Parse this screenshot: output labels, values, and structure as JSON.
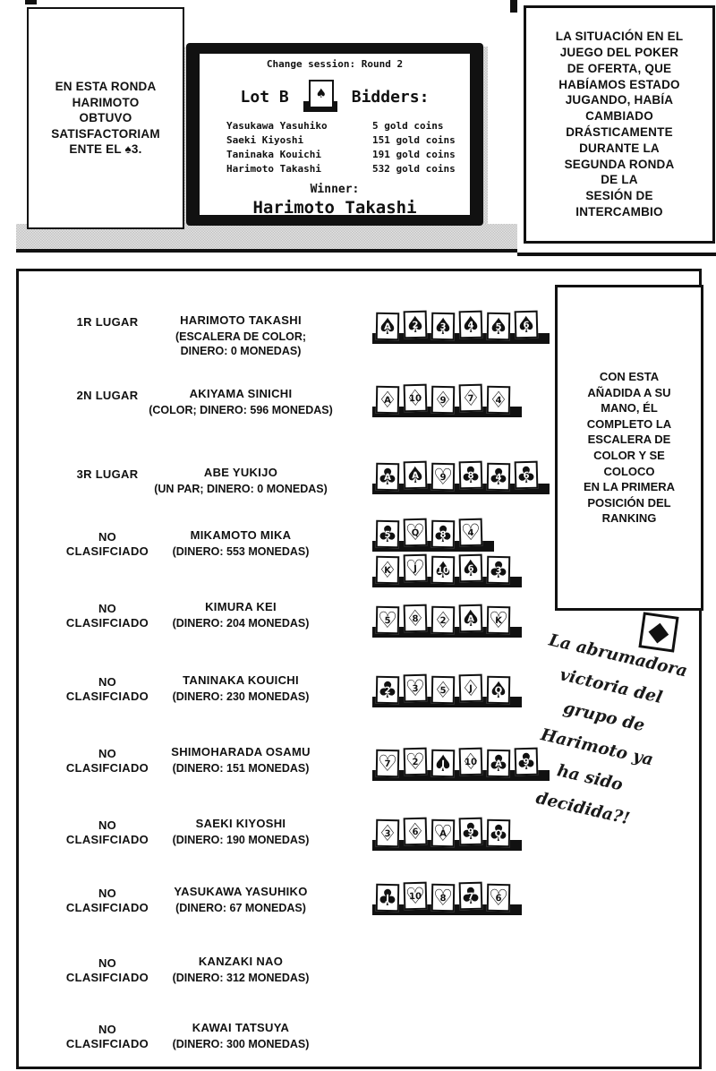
{
  "bubble_left": {
    "text": "EN ESTA RONDA\nHARIMOTO\nOBTUVO\nSATISFACTORIAM\nENTE EL ♠3."
  },
  "screen": {
    "header": "Change session: Round 2",
    "lot_label": "Lot B",
    "bidders_label": "Bidders:",
    "bidders": [
      {
        "name": "Yasukawa Yasuhiko",
        "bid": "5 gold coins"
      },
      {
        "name": "Saeki Kiyoshi",
        "bid": "151 gold coins"
      },
      {
        "name": "Taninaka Kouichi",
        "bid": "191 gold coins"
      },
      {
        "name": "Harimoto Takashi",
        "bid": "532 gold coins"
      }
    ],
    "winner_label": "Winner:",
    "winner_name": "Harimoto Takashi"
  },
  "caption_right": {
    "text": "LA SITUACIÓN EN EL\nJUEGO DEL POKER\nDE OFERTA, QUE\nHABÍAMOS ESTADO\nJUGANDO, HABÍA\nCAMBIADO\nDRÁSTICAMENTE\nDURANTE LA\nSEGUNDA RONDA\nDE LA\nSESIÓN DE\nINTERCAMBIO"
  },
  "side_caption": {
    "text": "CON ESTA\nAÑADIDA A SU\nMANO, ÉL\nCOMPLETO LA\nESCALERA DE\nCOLOR Y SE\nCOLOCO\nEN LA PRIMERA\nPOSICIÓN DEL\nRANKING"
  },
  "ranking": {
    "rows": [
      {
        "rank": "1R LUGAR",
        "name": "HARIMOTO TAKASHI",
        "detail": "(ESCALERA DE COLOR;\nDINERO: 0 MONEDAS)",
        "card_strips": [
          [
            {
              "suit": "spade",
              "rank": "A"
            },
            {
              "suit": "spade",
              "rank": "2"
            },
            {
              "suit": "spade",
              "rank": "3"
            },
            {
              "suit": "spade",
              "rank": "4"
            },
            {
              "suit": "spade",
              "rank": "5"
            },
            {
              "suit": "spade",
              "rank": "6"
            }
          ]
        ]
      },
      {
        "rank": "2N LUGAR",
        "name": "AKIYAMA SINICHI",
        "detail": "(COLOR; DINERO: 596 MONEDAS)",
        "card_strips": [
          [
            {
              "suit": "diamond",
              "rank": "A"
            },
            {
              "suit": "diamond",
              "rank": "10"
            },
            {
              "suit": "diamond",
              "rank": "9"
            },
            {
              "suit": "diamond",
              "rank": "7"
            },
            {
              "suit": "diamond",
              "rank": "4"
            }
          ]
        ]
      },
      {
        "rank": "3R LUGAR",
        "name": "ABE YUKIJO",
        "detail": "(UN PAR; DINERO: 0 MONEDAS)",
        "card_strips": [
          [
            {
              "suit": "club",
              "rank": "A"
            },
            {
              "suit": "spade",
              "rank": "A"
            },
            {
              "suit": "heart",
              "rank": "9"
            },
            {
              "suit": "club",
              "rank": "8"
            },
            {
              "suit": "club",
              "rank": "4"
            },
            {
              "suit": "club",
              "rank": "6"
            }
          ]
        ]
      },
      {
        "rank": "NO\nCLASIFCIADO",
        "name": "MIKAMOTO MIKA",
        "detail": "(DINERO: 553 MONEDAS)",
        "card_strips": [
          [
            {
              "suit": "club",
              "rank": "5"
            },
            {
              "suit": "heart",
              "rank": "Q"
            },
            {
              "suit": "club",
              "rank": "8"
            },
            {
              "suit": "heart",
              "rank": "4"
            }
          ],
          [
            {
              "suit": "diamond",
              "rank": "K"
            },
            {
              "suit": "heart",
              "rank": "J"
            },
            {
              "suit": "spade",
              "rank": "10"
            },
            {
              "suit": "spade",
              "rank": "6"
            },
            {
              "suit": "club",
              "rank": "3"
            }
          ]
        ]
      },
      {
        "rank": "NO\nCLASIFCIADO",
        "name": "KIMURA KEI",
        "detail": "(DINERO: 204 MONEDAS)",
        "card_strips": [
          [
            {
              "suit": "heart",
              "rank": "5"
            },
            {
              "suit": "diamond",
              "rank": "8"
            },
            {
              "suit": "diamond",
              "rank": "2"
            },
            {
              "suit": "spade",
              "rank": "A"
            },
            {
              "suit": "heart",
              "rank": "K"
            }
          ]
        ]
      },
      {
        "rank": "NO\nCLASIFCIADO",
        "name": "TANINAKA KOUICHI",
        "detail": "(DINERO: 230 MONEDAS)",
        "card_strips": [
          [
            {
              "suit": "club",
              "rank": "2"
            },
            {
              "suit": "heart",
              "rank": "3"
            },
            {
              "suit": "diamond",
              "rank": "5"
            },
            {
              "suit": "diamond",
              "rank": "J"
            },
            {
              "suit": "spade",
              "rank": "Q"
            }
          ]
        ]
      },
      {
        "rank": "NO\nCLASIFCIADO",
        "name": "SHIMOHARADA OSAMU",
        "detail": "(DINERO: 151 MONEDAS)",
        "card_strips": [
          [
            {
              "suit": "heart",
              "rank": "7"
            },
            {
              "suit": "heart",
              "rank": "2"
            },
            {
              "suit": "spade",
              "rank": "J"
            },
            {
              "suit": "diamond",
              "rank": "10"
            },
            {
              "suit": "club",
              "rank": "A"
            },
            {
              "suit": "club",
              "rank": "9"
            }
          ]
        ]
      },
      {
        "rank": "NO\nCLASIFCIADO",
        "name": "SAEKI KIYOSHI",
        "detail": "(DINERO: 190 MONEDAS)",
        "card_strips": [
          [
            {
              "suit": "diamond",
              "rank": "3"
            },
            {
              "suit": "diamond",
              "rank": "6"
            },
            {
              "suit": "heart",
              "rank": "A"
            },
            {
              "suit": "club",
              "rank": "9"
            },
            {
              "suit": "club",
              "rank": "Q"
            }
          ]
        ]
      },
      {
        "rank": "NO\nCLASIFCIADO",
        "name": "YASUKAWA YASUHIKO",
        "detail": "(DINERO: 67 MONEDAS)",
        "card_strips": [
          [
            {
              "suit": "club",
              "rank": "J"
            },
            {
              "suit": "heart",
              "rank": "10"
            },
            {
              "suit": "heart",
              "rank": "8"
            },
            {
              "suit": "club",
              "rank": "7"
            },
            {
              "suit": "heart",
              "rank": "6"
            }
          ]
        ]
      },
      {
        "rank": "NO\nCLASIFCIADO",
        "name": "KANZAKI NAO",
        "detail": "(DINERO: 312 MONEDAS)",
        "card_strips": []
      },
      {
        "rank": "NO\nCLASIFCIADO",
        "name": "KAWAI TATSUYA",
        "detail": "(DINERO: 300 MONEDAS)",
        "card_strips": []
      }
    ]
  },
  "outro": {
    "ornament": "black-diamond-ornament",
    "lines": [
      "La abrumadora",
      "victoria del",
      "grupo de",
      "Harimoto ya",
      "ha sido",
      "decidida?!"
    ]
  }
}
